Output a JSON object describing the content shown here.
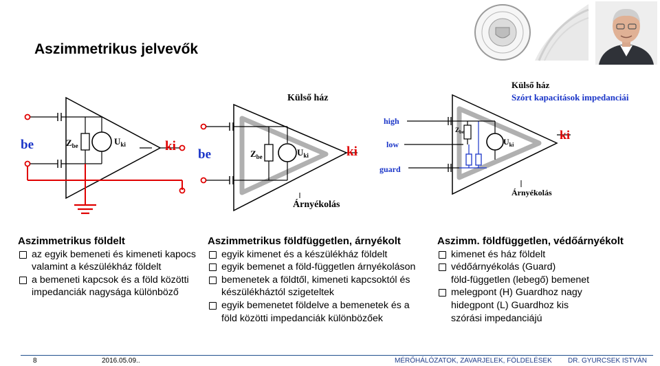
{
  "slide": {
    "title": "Aszimmetrikus jelvevők",
    "page_number": "8",
    "date": "2016.05.09..",
    "footer_course": "MÉRŐHÁLÓZATOK, ZAVARJELEK, FÖLDELÉSEK",
    "footer_author": "DR. GYURCSEK ISTVÁN"
  },
  "diagram1": {
    "be": "be",
    "ki": "ki",
    "zbe_z": "Z",
    "zbe_sub": "be",
    "uki_u": "U",
    "uki_sub": "ki"
  },
  "diagram2": {
    "be": "be",
    "ki": "ki",
    "kulso_haz": "Külső ház",
    "arnyekolas": "Árnyékolás",
    "zbe_z": "Z",
    "zbe_sub": "be",
    "uki_u": "U",
    "uki_sub": "ki"
  },
  "diagram3": {
    "ki": "ki",
    "kulso_haz": "Külső ház",
    "szort": "Szórt kapacitások impedanciái",
    "high": "high",
    "low": "low",
    "guard": "guard",
    "arnyekolas": "Árnyékolás",
    "zbe_z": "Z",
    "zbe_sub": "be",
    "uki_u": "U",
    "uki_sub": "ki"
  },
  "col1": {
    "heading": "Aszimmetrikus földelt",
    "items": [
      {
        "first": "az egyik bemeneti és kimeneti kapocs",
        "rest": [
          "valamint a készülékház földelt"
        ]
      },
      {
        "first": "a bemeneti kapcsok és a föld közötti",
        "rest": [
          "impedanciák nagysága különböző"
        ]
      }
    ]
  },
  "col2": {
    "heading": "Aszimmetrikus földfüggetlen, árnyékolt",
    "items": [
      {
        "first": "egyik kimenet és a készülékház földelt",
        "rest": []
      },
      {
        "first": "egyik bemenet a föld-független árnyékoláson",
        "rest": []
      },
      {
        "first": "bemenetek a földtől, kimeneti kapcsoktól és",
        "rest": [
          "készülékháztól szigeteltek"
        ]
      },
      {
        "first": "egyik bemenetet földelve a bemenetek és a",
        "rest": [
          "föld közötti impedanciák különbözőek"
        ]
      }
    ]
  },
  "col3": {
    "heading": "Aszimm. földfüggetlen, védőárnyékolt",
    "items": [
      {
        "first": "kimenet és ház földelt",
        "rest": []
      },
      {
        "first": "védőárnyékolás (Guard)",
        "rest": [
          "föld-független (lebegő) bemenet"
        ]
      },
      {
        "first": "melegpont (H) Guardhoz nagy",
        "rest": [
          "hidegpont (L) Guardhoz kis",
          "szórási impedanciájú"
        ]
      }
    ]
  }
}
